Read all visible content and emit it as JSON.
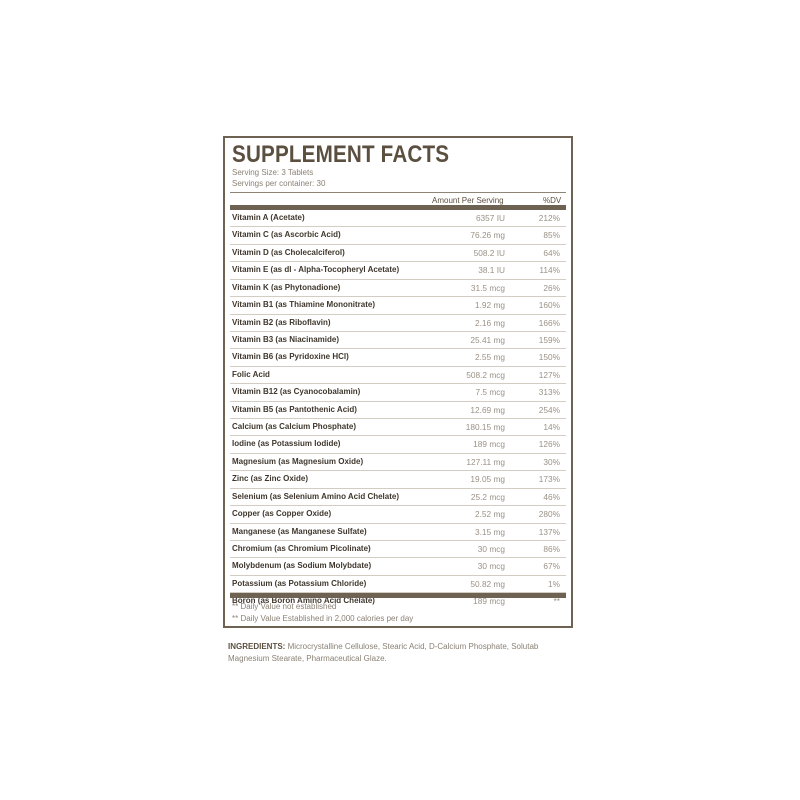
{
  "label": {
    "title": "SUPPLEMENT FACTS",
    "serving_size": "Serving Size: 3 Tablets",
    "servings_per_container": "Servings per container: 30",
    "col_amount": "Amount Per Serving",
    "col_dv": "%DV",
    "rows": [
      {
        "name": "Vitamin A (Acetate)",
        "amount": "6357 IU",
        "dv": "212%"
      },
      {
        "name": "Vitamin C (as Ascorbic Acid)",
        "amount": "76.26 mg",
        "dv": "85%"
      },
      {
        "name": "Vitamin D (as Cholecalciferol)",
        "amount": "508.2 IU",
        "dv": "64%"
      },
      {
        "name": "Vitamin E (as dl - Alpha-Tocopheryl Acetate)",
        "amount": "38.1 IU",
        "dv": "114%"
      },
      {
        "name": "Vitamin K (as Phytonadione)",
        "amount": "31.5 mcg",
        "dv": "26%"
      },
      {
        "name": "Vitamin B1 (as Thiamine Mononitrate)",
        "amount": "1.92 mg",
        "dv": "160%"
      },
      {
        "name": "Vitamin B2 (as Riboflavin)",
        "amount": "2.16 mg",
        "dv": "166%"
      },
      {
        "name": "Vitamin B3 (as Niacinamide)",
        "amount": "25.41 mg",
        "dv": "159%"
      },
      {
        "name": "Vitamin B6 (as Pyridoxine HCl)",
        "amount": "2.55 mg",
        "dv": "150%"
      },
      {
        "name": "Folic Acid",
        "amount": "508.2 mcg",
        "dv": "127%"
      },
      {
        "name": "Vitamin B12 (as Cyanocobalamin)",
        "amount": "7.5 mcg",
        "dv": "313%"
      },
      {
        "name": "Vitamin B5 (as Pantothenic Acid)",
        "amount": "12.69 mg",
        "dv": "254%"
      },
      {
        "name": "Calcium (as Calcium Phosphate)",
        "amount": "180.15 mg",
        "dv": "14%"
      },
      {
        "name": "Iodine (as Potassium Iodide)",
        "amount": "189 mcg",
        "dv": "126%"
      },
      {
        "name": "Magnesium (as Magnesium Oxide)",
        "amount": "127.11 mg",
        "dv": "30%"
      },
      {
        "name": "Zinc (as Zinc Oxide)",
        "amount": "19.05 mg",
        "dv": "173%"
      },
      {
        "name": "Selenium (as Selenium Amino Acid Chelate)",
        "amount": "25.2 mcg",
        "dv": "46%"
      },
      {
        "name": "Copper (as Copper Oxide)",
        "amount": "2.52 mg",
        "dv": "280%"
      },
      {
        "name": "Manganese (as Manganese Sulfate)",
        "amount": "3.15 mg",
        "dv": "137%"
      },
      {
        "name": "Chromium (as Chromium Picolinate)",
        "amount": "30 mcg",
        "dv": "86%"
      },
      {
        "name": "Molybdenum (as Sodium Molybdate)",
        "amount": "30 mcg",
        "dv": "67%"
      },
      {
        "name": "Potassium (as Potassium Chloride)",
        "amount": "50.82 mg",
        "dv": "1%"
      },
      {
        "name": "Boron (as Boron Amino Acid Chelate)",
        "amount": "189 mcg",
        "dv": "**"
      }
    ],
    "note_1": "** Daily Value not established",
    "note_2": "** Daily Value Established in 2,000 calories per day"
  },
  "ingredients": {
    "label": "INGREDIENTS:",
    "text": "Microcrystalline Cellulose, Stearic Acid, D-Calcium Phosphate, Solutab Magnesium Stearate, Pharmaceutical Glaze."
  },
  "colors": {
    "border": "#6e6352",
    "title": "#5b4f3f",
    "muted": "#8a8175"
  }
}
